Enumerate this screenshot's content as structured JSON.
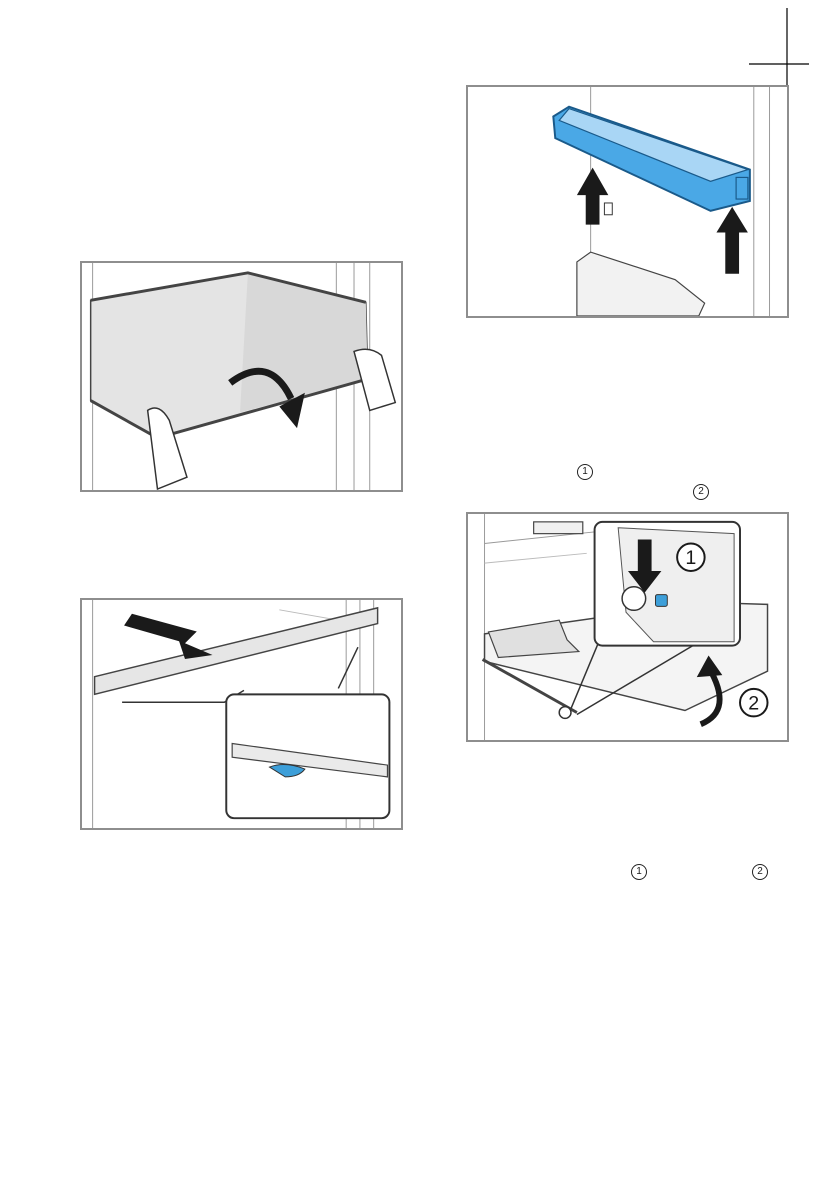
{
  "figures": {
    "drawer_removal": {
      "callout_1": "1",
      "callout_2": "2"
    }
  },
  "inline_markers": {
    "step_a_marker_1": "1",
    "step_a_marker_2": "2",
    "step_b_marker_1": "1",
    "step_b_marker_2": "2"
  },
  "colors": {
    "frame_border": "#8e8e8e",
    "door_bin_blue": "#4aa8e6",
    "detail_blue": "#3d9fd9",
    "arrow_fill": "#1a1a1a",
    "glass_fill": "#e4e4e4"
  }
}
